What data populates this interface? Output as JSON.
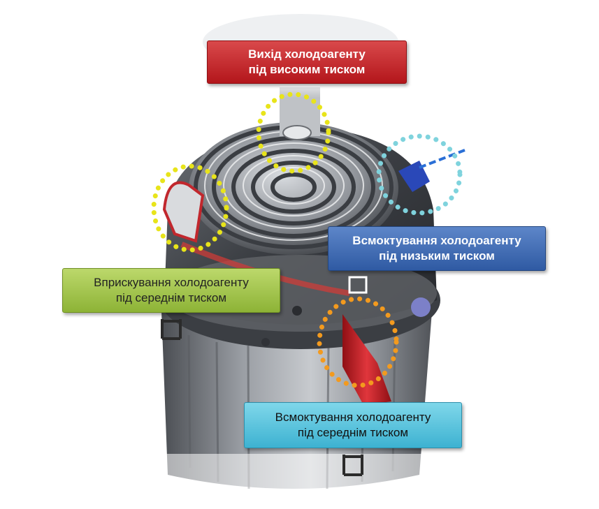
{
  "labels": {
    "high_pressure_outlet": [
      "Вихід холодоагенту",
      "під високим тиском"
    ],
    "low_pressure_suction": [
      "Всмоктування холодоагенту",
      "під низьким тиском"
    ],
    "medium_pressure_injection": [
      "Вприскування холодоагенту",
      "під середнім тиском"
    ],
    "medium_pressure_suction": [
      "Всмоктування холодоагенту",
      "під середнім тиском"
    ]
  },
  "colors": {
    "high_pressure": "#c62a2f",
    "low_pressure": "#3d69b4",
    "injection": "#9dc246",
    "medium_suction": "#52c2dd",
    "ring_yellow": "#e8e41a",
    "ring_cyan": "#7fd3dd",
    "ring_orange": "#f39a1e"
  }
}
